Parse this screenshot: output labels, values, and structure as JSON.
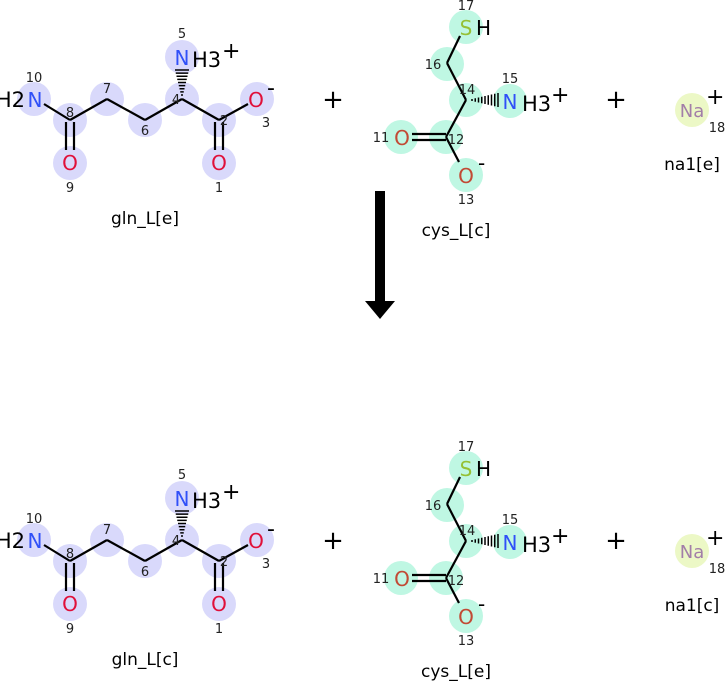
{
  "reaction": {
    "plus_sign": "+",
    "reactants": [
      {
        "name": "gln_L[e]",
        "atoms": {
          "N10": "N",
          "H10": "H2",
          "n10": "10",
          "n8": "8",
          "O9": "O",
          "n9": "9",
          "n7": "7",
          "n6": "6",
          "n4": "4",
          "N5": "N",
          "H5": "H3",
          "c5": "+",
          "n5": "5",
          "n2": "2",
          "O1": "O",
          "n1": "1",
          "O3": "O",
          "c3": "-",
          "n3": "3"
        }
      },
      {
        "name": "cys_L[c]",
        "atoms": {
          "S17": "S",
          "H17": "H",
          "n17": "17",
          "n16": "16",
          "n14": "14",
          "N15": "N",
          "H15": "H3",
          "c15": "+",
          "n15": "15",
          "n12": "12",
          "O11": "O",
          "n11": "11",
          "O13": "O",
          "c13": "-",
          "n13": "13"
        }
      },
      {
        "name": "na1[e]",
        "atoms": {
          "Na": "Na",
          "c18": "+",
          "n18": "18"
        }
      }
    ],
    "products": [
      {
        "name": "gln_L[c]",
        "atoms": {
          "N10": "N",
          "H10": "H2",
          "n10": "10",
          "n8": "8",
          "O9": "O",
          "n9": "9",
          "n7": "7",
          "n6": "6",
          "n4": "4",
          "N5": "N",
          "H5": "H3",
          "c5": "+",
          "n5": "5",
          "n2": "2",
          "O1": "O",
          "n1": "1",
          "O3": "O",
          "c3": "-",
          "n3": "3"
        }
      },
      {
        "name": "cys_L[e]",
        "atoms": {
          "S17": "S",
          "H17": "H",
          "n17": "17",
          "n16": "16",
          "n14": "14",
          "N15": "N",
          "H15": "H3",
          "c15": "+",
          "n15": "15",
          "n12": "12",
          "O11": "O",
          "n11": "11",
          "O13": "O",
          "c13": "-",
          "n13": "13"
        }
      },
      {
        "name": "na1[c]",
        "atoms": {
          "Na": "Na",
          "c18": "+",
          "n18": "18"
        }
      }
    ]
  },
  "colors": {
    "gln_highlight": "#d9d9fb",
    "cys_highlight": "#bff7e3",
    "na_highlight": "#ecf8c6",
    "nitrogen": "#3050f8",
    "oxygen_gln": "#e0103a",
    "oxygen_cys": "#c24a35",
    "sulfur": "#96c035",
    "sodium": "#a27ea8"
  }
}
